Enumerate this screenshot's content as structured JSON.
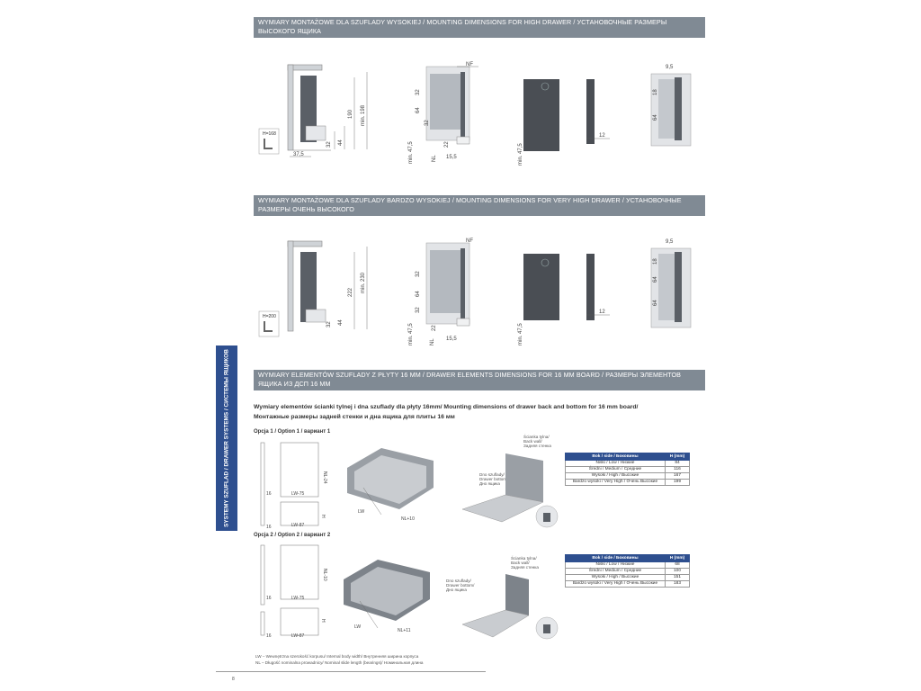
{
  "sections": {
    "high": "WYMIARY MONTAŻOWE DLA SZUFLADY WYSOKIEJ / MOUNTING DIMENSIONS FOR HIGH DRAWER / УСТАНОВОЧНЫЕ РАЗМЕРЫ ВЫСОКОГО ЯЩИКА",
    "very_high": "WYMIARY MONTAŻOWE DLA SZUFLADY BARDZO WYSOKIEJ / MOUNTING DIMENSIONS FOR VERY HIGH DRAWER / УСТАНОВОЧНЫЕ РАЗМЕРЫ ОЧЕНЬ ВЫСОКОГО",
    "elements": "WYMIARY ELEMENTÓW SZUFLADY Z PŁYTY 16 MM / DRAWER ELEMENTS DIMENSIONS FOR 16 MM BOARD / РАЗМЕРЫ ЭЛЕМЕНТОВ ЯЩИКА ИЗ ДСП 16 ММ"
  },
  "side_tab": {
    "line1": "SYSTEMY SZUFLAD / DRAWER SYSTEMS / СИСТЕМЫ ЯЩИКОВ"
  },
  "subtitle": {
    "line1": "Wymiary elementów ścianki tylnej i dna szuflady dla płyty 16mm/ Mounting dimensions of drawer back and bottom for 16 mm board/",
    "line2": "Монтажные размеры задней стенки и дна ящика для плиты 16 мм"
  },
  "option1": "Opcja 1 / Option 1 / вариант 1",
  "option2": "Opcja 2 / Option 2 / вариант 2",
  "callouts": {
    "back_wall": [
      "Ścianka tylna/",
      "Back wall/",
      "Задняя стенка"
    ],
    "bottom": [
      "Dno szuflady/",
      "Drawer bottom/",
      "Дно ящика"
    ]
  },
  "dims_high": {
    "h_badge": "H=168",
    "d375": "37,5",
    "d32": "32",
    "d44": "44",
    "d190": "190",
    "dmin198": "min. 198",
    "dNF": "NF",
    "d32b": "32",
    "d64": "64",
    "d32c": "32",
    "dmin475": "min. 47,5",
    "d22": "22",
    "d155": "15,5",
    "dNL": "NL",
    "d12": "12",
    "d95": "9,5",
    "d18": "18",
    "d64b": "64"
  },
  "dims_very_high": {
    "h_badge": "H=200",
    "d32": "32",
    "d44": "44",
    "d222": "222",
    "dmin230": "min. 230",
    "dNF": "NF",
    "d32b": "32",
    "d64": "64",
    "d32c": "32",
    "dmin475": "min. 47,5",
    "d22": "22",
    "d155": "15,5",
    "dNL": "NL",
    "d12": "12",
    "d95": "9,5",
    "d18": "18",
    "d64b": "64",
    "d64c": "64"
  },
  "opt1_dims": {
    "nl24": "NL-24",
    "lw75": "LW-75",
    "lw87": "LW-87",
    "h": "H",
    "t16a": "16",
    "t16b": "16",
    "lw": "LW",
    "nl10": "NL+10"
  },
  "opt2_dims": {
    "nl10": "NL-10",
    "lw75": "LW-75",
    "lw87": "LW-87",
    "h": "H",
    "t16a": "16",
    "t16b": "16",
    "lw": "LW",
    "nl11": "NL+11"
  },
  "table1": {
    "header": [
      "Bok / side / Боковины",
      "H (mm)"
    ],
    "rows": [
      [
        "Niski / Low / Низкие",
        "84"
      ],
      [
        "Średni / Medium / Средние",
        "116"
      ],
      [
        "Wysoki / High / Высокие",
        "167"
      ],
      [
        "Bardzo wysoki / Very High / Очень Высокие",
        "199"
      ]
    ]
  },
  "table2": {
    "header": [
      "Bok / side / Боковины",
      "H (mm)"
    ],
    "rows": [
      [
        "Niski / Low / Низкие",
        "68"
      ],
      [
        "Średni / Medium / Средние",
        "100"
      ],
      [
        "Wysoki / High / Высокие",
        "151"
      ],
      [
        "Bardzo wysoki / Very High / Очень Высокие",
        "183"
      ]
    ]
  },
  "notes": {
    "lw": "LW –   Wewnętrzna szerokość korpusu/ Internal body width/ Внутренняя ширина корпуса",
    "nl": "NL –   Długość nominalna prowadnicy/ Nominal slide length (bearings)/ Номинальная длина"
  },
  "page_number": "8",
  "colors": {
    "header_bg": "#808a94",
    "accent": "#2e4f8f",
    "dark_panel": "#4a4e54"
  }
}
